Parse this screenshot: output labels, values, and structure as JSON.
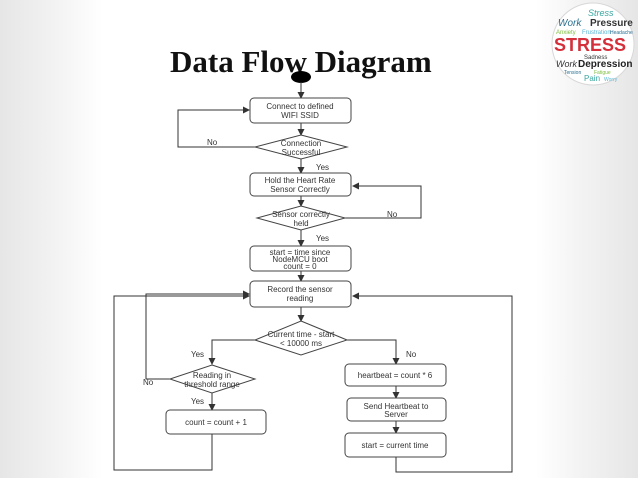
{
  "slide": {
    "title": "Data Flow Diagram"
  },
  "logo": {
    "words": [
      "Stress",
      "Work",
      "Pressure",
      "Anxiety",
      "Frustration",
      "Headache",
      "STRESS",
      "Sadness",
      "Work",
      "Depression",
      "Tension",
      "Fatigue",
      "Pain",
      "Worry"
    ]
  },
  "flowchart": {
    "nodes": {
      "connect": [
        "Connect to defined",
        "WIFI SSID"
      ],
      "connection_ok": [
        "Connection",
        "Successful"
      ],
      "hold_sensor": [
        "Hold the Heart Rate",
        "Sensor Correctly"
      ],
      "sensor_held": [
        "Sensor correctly",
        "held"
      ],
      "start_time": [
        "start = time since",
        "NodeMCU boot",
        "count = 0"
      ],
      "record": [
        "Record the sensor",
        "reading"
      ],
      "time_check": [
        "Current time - start",
        "< 10000 ms"
      ],
      "threshold": [
        "Reading in",
        "threshold range"
      ],
      "count_inc": [
        "count = count + 1"
      ],
      "heartbeat": [
        "heartbeat = count * 6"
      ],
      "send": [
        "Send Heartbeat to",
        "Server"
      ],
      "reset_start": [
        "start = current time"
      ]
    },
    "edges": {
      "connection_no": "No",
      "connection_yes": "Yes",
      "sensor_no": "No",
      "sensor_yes": "Yes",
      "time_yes": "Yes",
      "time_no": "No",
      "threshold_no": "No",
      "threshold_yes": "Yes"
    }
  }
}
